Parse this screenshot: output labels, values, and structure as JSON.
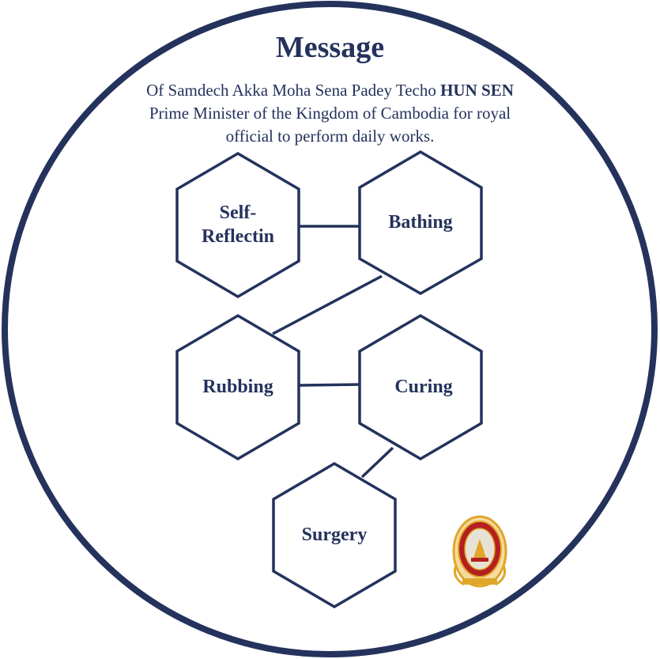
{
  "header": {
    "title": "Message",
    "subtitle_prefix": "Of Samdech Akka Moha Sena Padey Techo ",
    "subtitle_name": "HUN SEN",
    "subtitle_line2": "Prime Minister of the Kingdom of Cambodia for royal",
    "subtitle_line3": "official to perform daily works."
  },
  "steps": [
    {
      "id": "self-reflecting",
      "label_line1": "Self-",
      "label_line2": "Reflectin"
    },
    {
      "id": "bathing",
      "label_line1": "Bathing"
    },
    {
      "id": "rubbing",
      "label_line1": "Rubbing"
    },
    {
      "id": "curing",
      "label_line1": "Curing"
    },
    {
      "id": "surgery",
      "label_line1": "Surgery"
    }
  ],
  "connections": [
    [
      "self-reflecting",
      "bathing"
    ],
    [
      "bathing",
      "rubbing"
    ],
    [
      "rubbing",
      "curing"
    ],
    [
      "curing",
      "surgery"
    ]
  ],
  "logo": {
    "name": "ministry-seal-icon"
  },
  "colors": {
    "navy": "#24325c",
    "seal_red": "#b3201f",
    "seal_gold": "#e0a629"
  }
}
